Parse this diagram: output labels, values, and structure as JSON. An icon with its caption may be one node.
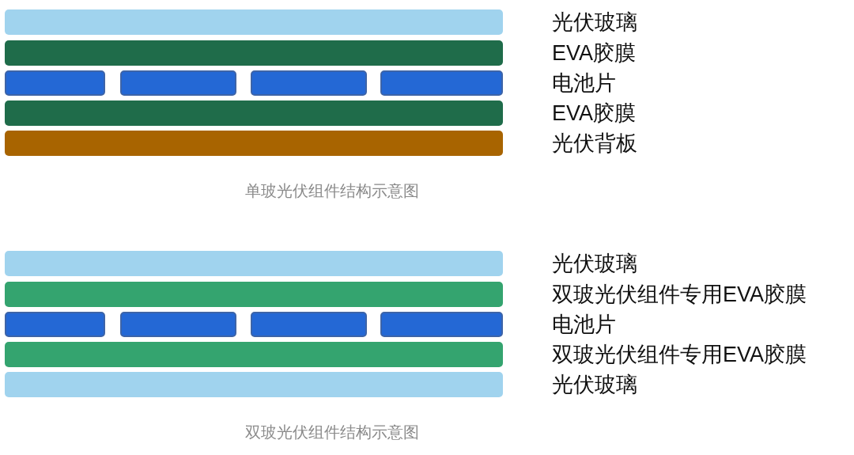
{
  "diagram": {
    "nodes": [
      {
        "text": [],
        "shape": "bar",
        "beside": [
          "光伏玻璃"
        ]
      },
      {
        "text": [],
        "shape": "bar",
        "beside": [
          "EVA胶膜"
        ]
      },
      {
        "text": [],
        "shape": "bar"
      },
      {
        "text": [],
        "shape": "bar"
      },
      {
        "text": [],
        "shape": "bar"
      },
      {
        "text": [],
        "shape": "bar",
        "beside": [
          "电池片"
        ]
      },
      {
        "text": [],
        "shape": "bar",
        "beside": [
          "EVA胶膜"
        ]
      },
      {
        "text": [],
        "shape": "bar",
        "beside": [
          "光伏背板"
        ]
      },
      {
        "text": [],
        "shape": "bar",
        "beside": [
          "光伏玻璃"
        ]
      },
      {
        "text": [],
        "shape": "bar",
        "beside": [
          "双玻光伏组件专用EVA胶膜"
        ]
      },
      {
        "text": [],
        "shape": "bar"
      },
      {
        "text": [],
        "shape": "bar"
      },
      {
        "text": [],
        "shape": "bar"
      },
      {
        "text": [],
        "shape": "bar",
        "beside": [
          "电池片"
        ]
      },
      {
        "text": [],
        "shape": "bar",
        "beside": [
          "双玻光伏组件专用EVA胶膜"
        ]
      },
      {
        "text": [],
        "shape": "bar",
        "beside": [
          "光伏玻璃"
        ]
      }
    ],
    "labels": [
      "单玻光伏组件结构示意图",
      "双玻光伏组件结构示意图"
    ]
  }
}
